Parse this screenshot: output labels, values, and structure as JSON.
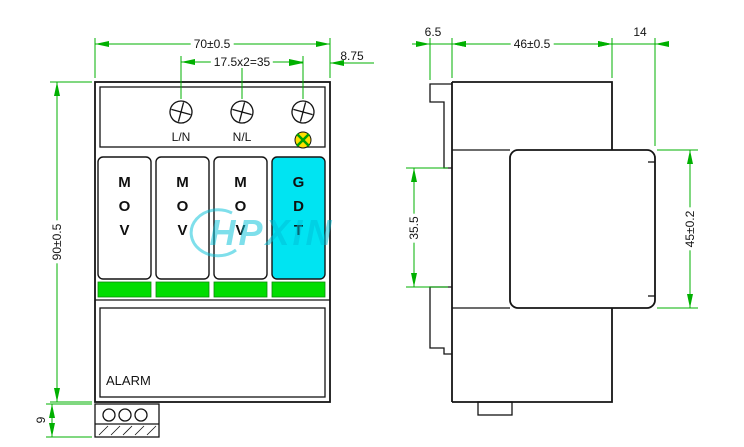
{
  "front_view": {
    "dim_width": "70±0.5",
    "dim_screw_pitch": "17.5x2=35",
    "dim_right_offset": "8.75",
    "dim_height": "90±0.5",
    "dim_terminal_height": "9",
    "terminal_labels": {
      "left": "L/N",
      "middle": "N/L"
    },
    "modules": [
      "MOV",
      "MOV",
      "MOV",
      "GDT"
    ],
    "alarm_label": "ALARM"
  },
  "side_view": {
    "dim_clip_depth": "6.5",
    "dim_body_depth": "46±0.5",
    "dim_front_depth": "14",
    "dim_rail_height": "35.5",
    "dim_module_height": "45±0.2"
  },
  "watermark": "HPXIN",
  "colors": {
    "line": "#141414",
    "dim": "#00b000",
    "gdt": "#00e4f2",
    "bar": "#00dd00",
    "ground": "#ffe000",
    "wm": "#00c0d8"
  }
}
